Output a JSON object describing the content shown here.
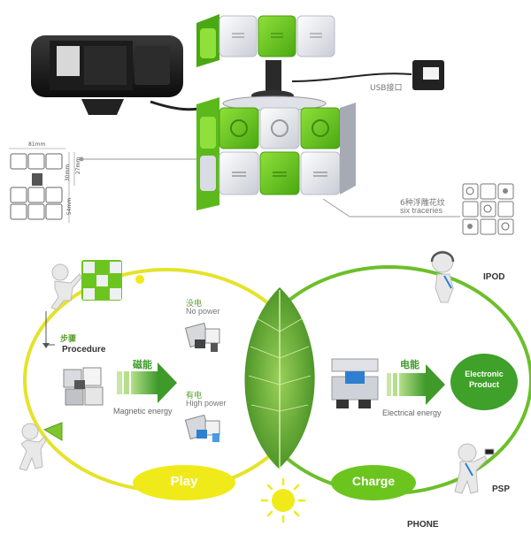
{
  "top": {
    "usb_label": "USB接口",
    "tracery_cn": "6种浮雕花纹",
    "tracery_en": "six traceries",
    "dim_width": "81mm",
    "dim_h1": "30mm",
    "dim_h2": "27mm",
    "dim_h3": "54mm"
  },
  "bottom": {
    "procedure_cn": "步骤",
    "procedure_en": "Procedure",
    "magnetic_cn": "磁能",
    "magnetic_en": "Magnetic energy",
    "no_power_cn": "没电",
    "no_power_en": "No power",
    "high_power_cn": "有电",
    "high_power_en": "High power",
    "electric_cn": "电能",
    "electric_en": "Electrical energy",
    "electronic_product": "Electronic Product",
    "play": "Play",
    "charge": "Charge",
    "ipod": "IPOD",
    "psp": "PSP",
    "phone": "PHONE"
  },
  "colors": {
    "green": "#6cc51e",
    "yellow": "#f0ea1a",
    "yellow_line": "#e5e32a",
    "green_line": "#6cbf2a",
    "leaf": "#5a9f2c",
    "arrow_green": "#3f9a2a"
  }
}
